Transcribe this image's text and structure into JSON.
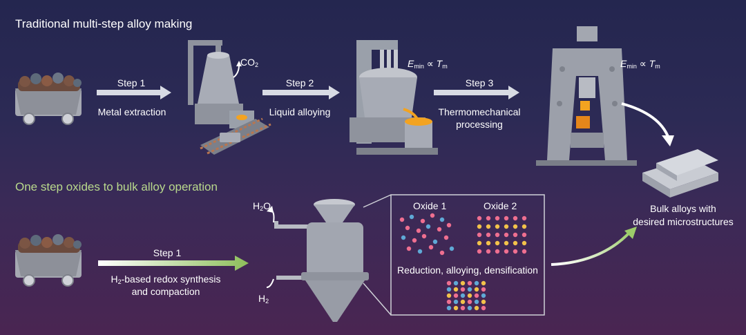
{
  "traditional": {
    "heading": "Traditional multi-step alloy making",
    "step1": {
      "label": "Step 1",
      "desc": "Metal extraction"
    },
    "step2": {
      "label": "Step 2",
      "desc": "Liquid alloying"
    },
    "step3": {
      "label": "Step 3",
      "desc_line1": "Thermomechanical",
      "desc_line2": "processing"
    },
    "co2": {
      "base": "CO",
      "sub": "2"
    },
    "energy_label": {
      "e": "E",
      "e_sub": "min",
      "prop": " ∝ ",
      "t": "T",
      "t_sub": "m"
    }
  },
  "one_step": {
    "heading": "One step oxides to bulk alloy operation",
    "step1": {
      "label": "Step 1",
      "desc_line1_a": "H",
      "desc_line1_sub": "2",
      "desc_line1_b": "-based redox synthesis",
      "desc_line2": "and compaction"
    },
    "h2o": {
      "a": "H",
      "sub": "2",
      "b": "O"
    },
    "h2": {
      "a": "H",
      "sub": "2"
    },
    "oxide1": "Oxide 1",
    "oxide2": "Oxide 2",
    "process": "Reduction, alloying, densification"
  },
  "result": {
    "line1": "Bulk alloys with",
    "line2": "desired microstructures"
  },
  "colors": {
    "bg_top": "#24264f",
    "bg_bottom": "#4a2552",
    "machine": "#9ea2ad",
    "heading_green": "#b9d98c",
    "arrow_green": "#8dbf5a",
    "molten": "#f3a320",
    "atom_pink": "#ef6f90",
    "atom_blue": "#5fa9d6",
    "atom_yellow": "#f2c24a"
  }
}
